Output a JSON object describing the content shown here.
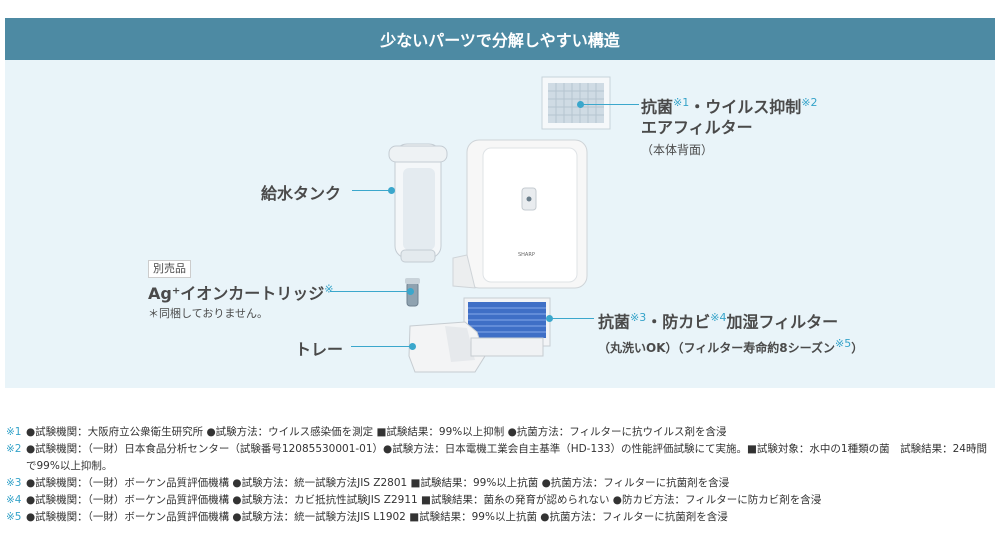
{
  "header": {
    "title": "少ないパーツで分解しやすい構造"
  },
  "labels": {
    "tank": "給水タンク",
    "optional_badge": "別売品",
    "ag_cartridge": "Ag⁺イオンカートリッジ",
    "ag_mark": "※",
    "ag_note": "＊同梱しておりません。",
    "tray": "トレー",
    "air_filter_line1_a": "抗菌",
    "air_filter_mark1": "※1",
    "air_filter_line1_b": "・ウイルス抑制",
    "air_filter_mark2": "※2",
    "air_filter_line2": "エアフィルター",
    "air_filter_line3": "（本体背面）",
    "humid_filter_a": "抗菌",
    "humid_filter_mark3": "※3",
    "humid_filter_b": "・防カビ",
    "humid_filter_mark4": "※4",
    "humid_filter_c": "加湿フィルター",
    "humid_filter_sub": "（丸洗いOK）（フィルター寿命約8シーズン",
    "humid_filter_mark5": "※5",
    "humid_filter_sub_end": "）"
  },
  "notes": [
    {
      "mark": "※1",
      "text": "●試験機関：大阪府立公衆衛生研究所 ●試験方法：ウイルス感染価を測定 ■試験結果：99%以上抑制 ●抗菌方法：フィルターに抗ウイルス剤を含浸"
    },
    {
      "mark": "※2",
      "text": "●試験機関：（一財）日本食品分析センター（試験番号12085530001-01）●試験方法：日本電機工業会自主基準（HD-133）の性能評価試験にて実施。■試験対象：水中の1種類の菌　試験結果：24時間で99%以上抑制。"
    },
    {
      "mark": "※3",
      "text": "●試験機関：（一財）ボーケン品質評価機構 ●試験方法：統一試験方法JIS Z2801 ■試験結果：99%以上抗菌 ●抗菌方法：フィルターに抗菌剤を含浸"
    },
    {
      "mark": "※4",
      "text": "●試験機関：（一財）ボーケン品質評価機構 ●試験方法：カビ抵抗性試験JIS Z2911 ■試験結果：菌糸の発育が認められない ●防カビ方法：フィルターに防カビ剤を含浸"
    },
    {
      "mark": "※5",
      "text": "●試験機関：（一財）ボーケン品質評価機構 ●試験方法：統一試験方法JIS L1902 ■試験結果：99%以上抗菌 ●抗菌方法：フィルターに抗菌剤を含浸"
    }
  ],
  "brand": {
    "device_logo": "SHARP"
  },
  "colors": {
    "header_bg": "#4d8aa3",
    "panel_bg": "#e9f4f9",
    "accent": "#35a3c9"
  }
}
